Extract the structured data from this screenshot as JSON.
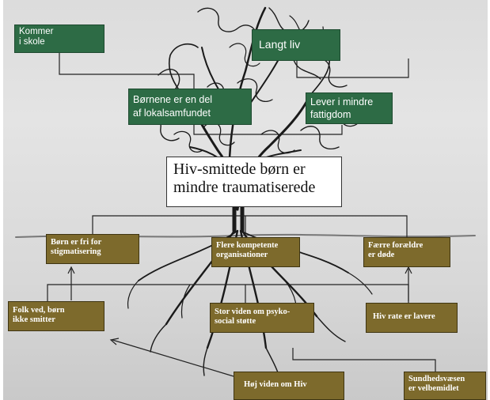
{
  "benefits": [
    {
      "name": "box-kommer-i-skole",
      "text": "Kommer\ni skole"
    },
    {
      "name": "box-langt-liv",
      "text": "Langt liv"
    },
    {
      "name": "box-boernene-lokalsamfundet",
      "text": "Børnene er en del\naf lokalsamfundet"
    },
    {
      "name": "box-lever-i-mindre-fattigdom",
      "text": "Lever i mindre\nfattigdom"
    }
  ],
  "core": {
    "text": "Hiv-smittede børn er\nmindre traumatiserede"
  },
  "factors": [
    {
      "name": "box-boern-fri-stigmatisering",
      "text": "Børn er fri for\nstigmatisering"
    },
    {
      "name": "box-flere-kompetente-organisationer",
      "text": "Flere kompetente\norganisationer"
    },
    {
      "name": "box-faerre-foraeldre-doede",
      "text": "Færre forældre\ner døde"
    },
    {
      "name": "box-folk-ved-boern-ikke-smitter",
      "text": "Folk ved, børn\nikke smitter"
    },
    {
      "name": "box-stor-viden-psykosocial",
      "text": "Stor viden om psyko-\nsocial støtte"
    },
    {
      "name": "box-hiv-rate-lavere",
      "text": "Hiv rate er lavere"
    },
    {
      "name": "box-hoej-viden-om-hiv",
      "text": "Høj viden om Hiv"
    },
    {
      "name": "box-sundhedsvaesen-velbemidlet",
      "text": "Sundhedsvæsen\ner velbemidlet"
    }
  ],
  "colors": {
    "benefit_box": "#2d6b45",
    "factor_box": "#7d6a2c",
    "core_box": "#ffffff",
    "connector": "#222222",
    "tree_ink": "#1a1a1a"
  }
}
